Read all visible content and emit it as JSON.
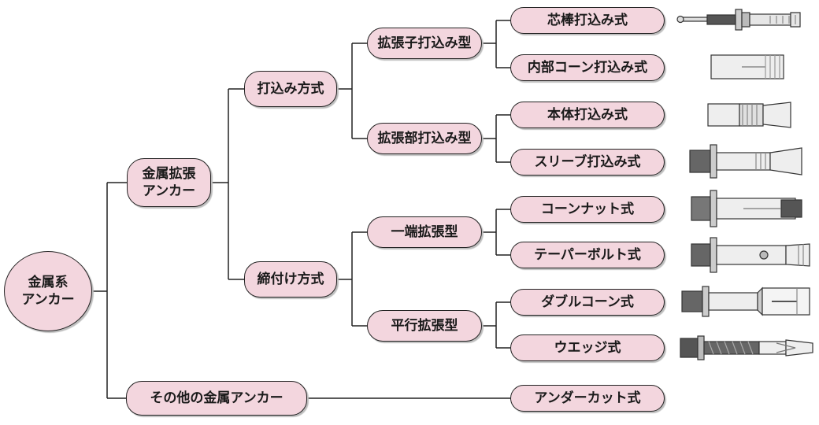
{
  "root": {
    "label": "金属系\nアンカー"
  },
  "level1": {
    "expansion": "金属拡張\nアンカー",
    "other": "その他の金属アンカー"
  },
  "level2": {
    "driven": "打込み方式",
    "tightening": "締付け方式"
  },
  "level3": {
    "expander_driven": "拡張子打込み型",
    "expansion_part_driven": "拡張部打込み型",
    "one_end": "一端拡張型",
    "parallel": "平行拡張型"
  },
  "leaves": [
    {
      "label": "芯棒打込み式",
      "icon": "core-rod-anchor-icon"
    },
    {
      "label": "内部コーン打込み式",
      "icon": "internal-cone-anchor-icon"
    },
    {
      "label": "本体打込み式",
      "icon": "body-driven-anchor-icon"
    },
    {
      "label": "スリーブ打込み式",
      "icon": "sleeve-driven-anchor-icon"
    },
    {
      "label": "コーンナット式",
      "icon": "cone-nut-anchor-icon"
    },
    {
      "label": "テーパーボルト式",
      "icon": "taper-bolt-anchor-icon"
    },
    {
      "label": "ダブルコーン式",
      "icon": "double-cone-anchor-icon"
    },
    {
      "label": "ウエッジ式",
      "icon": "wedge-anchor-icon"
    },
    {
      "label": "アンダーカット式",
      "icon": ""
    }
  ],
  "colors": {
    "node_fill": "#f3d6de",
    "line": "#222222"
  }
}
